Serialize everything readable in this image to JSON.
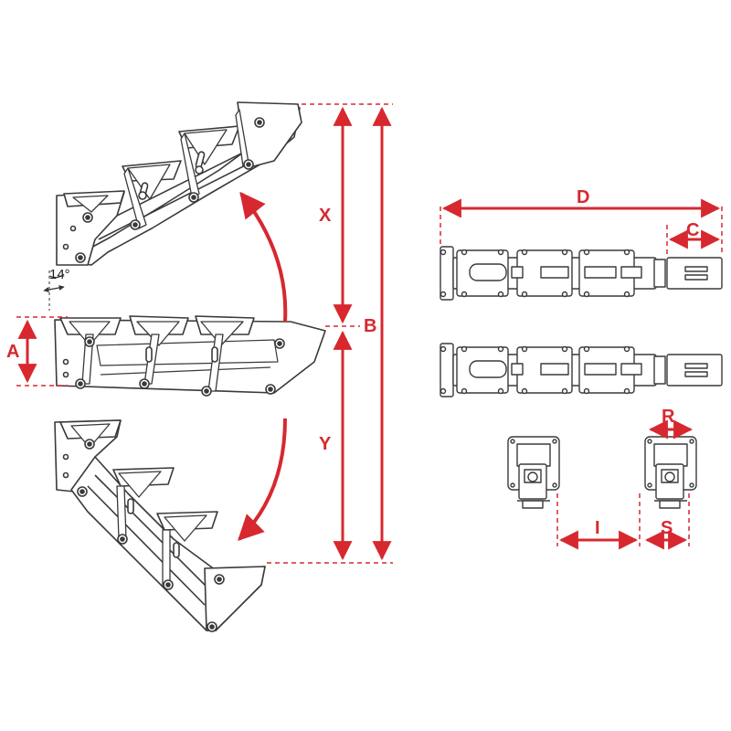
{
  "colors": {
    "accent": "#d7282f",
    "line": "#3a3a3a",
    "fill": "#ffffff"
  },
  "labels": {
    "angle": "14°",
    "A": "A",
    "X": "X",
    "B": "B",
    "Y": "Y",
    "D": "D",
    "C": "C",
    "R": "R",
    "I": "I",
    "S": "S"
  }
}
